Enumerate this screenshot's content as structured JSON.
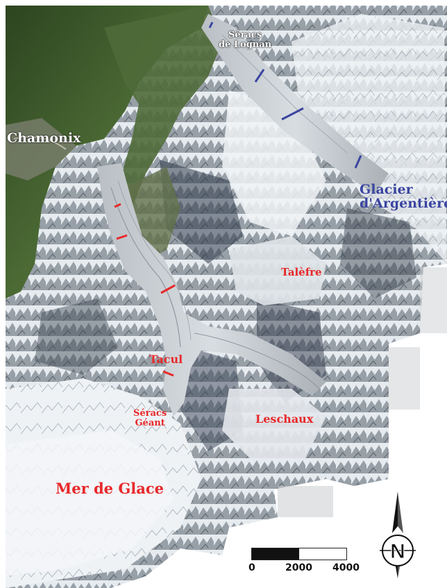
{
  "map": {
    "labels": {
      "chamonix": "Chamonix",
      "seracs_lognan": "Séracs\nde Lognan",
      "glacier_argentiere": "Glacier\nd'Argentière",
      "talefre": "Talèfre",
      "tacul": "Tacul",
      "seracs_geant": "Séracs\nGéant",
      "leschaux": "Leschaux",
      "mer_de_glace": "Mer de Glace"
    },
    "scale_bar": {
      "ticks": [
        "0",
        "2000",
        "4000"
      ]
    },
    "north_arrow": {
      "letter": "N"
    },
    "colors": {
      "red_labels": "#e8282a",
      "blue_labels": "#3a45a0",
      "forest": "#3f5a2c",
      "ice": "#e8eef2",
      "rock": "#5b6470"
    },
    "icons": [
      "north-arrow-icon",
      "scale-bar"
    ]
  }
}
